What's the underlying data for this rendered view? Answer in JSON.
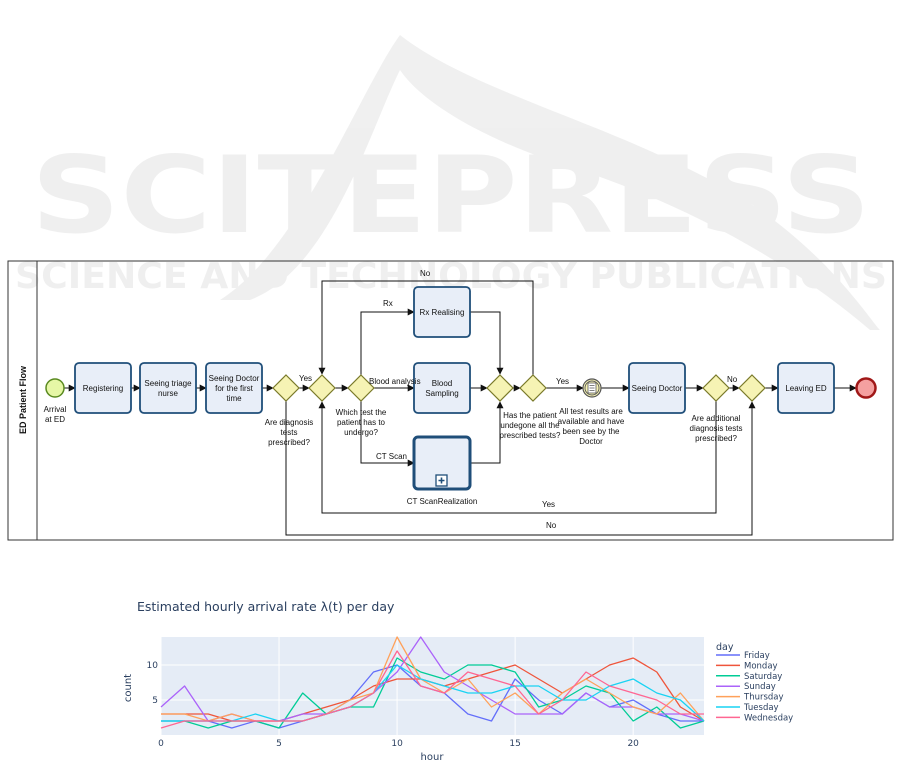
{
  "watermark": {
    "title": "SCITEPRESS",
    "subtitle": "SCIENCE AND TECHNOLOGY PUBLICATIONS"
  },
  "pool": {
    "lane_label": "ED Patient Flow"
  },
  "nodes": {
    "start_label": [
      "Arrival",
      "at ED"
    ],
    "registering": [
      "Registering"
    ],
    "triage": [
      "Seeing triage",
      "nurse"
    ],
    "doctor_first": [
      "Seeing Doctor",
      "for the first",
      "time"
    ],
    "rx": [
      "Rx Realising"
    ],
    "blood": [
      "Blood",
      "Sampling"
    ],
    "ct_label": "CT ScanRealization",
    "seeing_doctor": [
      "Seeing Doctor"
    ],
    "leaving": [
      "Leaving ED"
    ],
    "q_diag": [
      "Are diagnosis",
      "tests",
      "prescribed?"
    ],
    "q_which": [
      "Which test the",
      "patient has to",
      "undergo?"
    ],
    "q_all": [
      "Has the patient",
      "undegone all the",
      "prescribed tests?"
    ],
    "q_results": [
      "All test results are",
      "available and have",
      "been see by the",
      "Doctor"
    ],
    "q_additional": [
      "Are additional",
      "diagnosis tests",
      "prescribed?"
    ]
  },
  "edge_labels": {
    "yes1": "Yes",
    "no_top": "No",
    "rx": "Rx",
    "blood": "Blood analysis",
    "ct": "CT Scan",
    "yes2": "Yes",
    "no2": "No",
    "yes_bottom": "Yes",
    "no_bottom": "No"
  },
  "colors": {
    "task_fill": "#e8eef8",
    "task_stroke": "#1f4e79",
    "gateway_fill": "#f6f3b4",
    "gateway_stroke": "#7a7a2a",
    "start_fill": "#e6f7a6",
    "start_stroke": "#5a8a20",
    "end_fill": "#f4a0a0",
    "end_stroke": "#a01818",
    "plot_bg": "#e5ecf6"
  },
  "chart_data": {
    "type": "line",
    "title": "Estimated hourly arrival rate λ(t) per day",
    "xlabel": "hour",
    "ylabel": "count",
    "xlim": [
      0,
      23
    ],
    "ylim": [
      0,
      14
    ],
    "xticks": [
      0,
      5,
      10,
      15,
      20
    ],
    "yticks": [
      5,
      10
    ],
    "legend_title": "day",
    "legend_position": "right",
    "x": [
      0,
      1,
      2,
      3,
      4,
      5,
      6,
      7,
      8,
      9,
      10,
      11,
      12,
      13,
      14,
      15,
      16,
      17,
      18,
      19,
      20,
      21,
      22,
      23
    ],
    "series": [
      {
        "name": "Friday",
        "color": "#636efa",
        "values": [
          2,
          2,
          2,
          1,
          2,
          1,
          2,
          3,
          5,
          9,
          10,
          7,
          6,
          3,
          2,
          8,
          5,
          3,
          6,
          4,
          5,
          3,
          2,
          2
        ]
      },
      {
        "name": "Monday",
        "color": "#ef553b",
        "values": [
          3,
          3,
          3,
          2,
          2,
          2,
          3,
          4,
          5,
          7,
          8,
          8,
          7,
          8,
          9,
          10,
          8,
          6,
          8,
          10,
          11,
          9,
          4,
          2
        ]
      },
      {
        "name": "Saturday",
        "color": "#00cc96",
        "values": [
          2,
          2,
          1,
          2,
          2,
          1,
          6,
          3,
          4,
          4,
          11,
          9,
          8,
          10,
          10,
          9,
          4,
          5,
          7,
          6,
          2,
          4,
          1,
          2
        ]
      },
      {
        "name": "Sunday",
        "color": "#ab63fa",
        "values": [
          4,
          7,
          2,
          3,
          2,
          2,
          3,
          3,
          4,
          6,
          9,
          14,
          9,
          7,
          5,
          3,
          3,
          3,
          6,
          4,
          4,
          3,
          3,
          2
        ]
      },
      {
        "name": "Thursday",
        "color": "#ffa15a",
        "values": [
          3,
          3,
          2,
          3,
          2,
          2,
          2,
          3,
          5,
          6,
          14,
          8,
          6,
          8,
          4,
          6,
          3,
          6,
          8,
          6,
          4,
          3,
          6,
          2
        ]
      },
      {
        "name": "Tuesday",
        "color": "#19d3f3",
        "values": [
          2,
          2,
          2,
          2,
          3,
          2,
          2,
          3,
          4,
          6,
          10,
          8,
          7,
          6,
          6,
          7,
          7,
          5,
          5,
          7,
          8,
          6,
          5,
          2
        ]
      },
      {
        "name": "Wednesday",
        "color": "#ff6692",
        "values": [
          1,
          2,
          2,
          2,
          2,
          2,
          2,
          3,
          4,
          6,
          12,
          7,
          6,
          9,
          8,
          7,
          3,
          5,
          9,
          7,
          6,
          5,
          3,
          3
        ]
      }
    ]
  }
}
